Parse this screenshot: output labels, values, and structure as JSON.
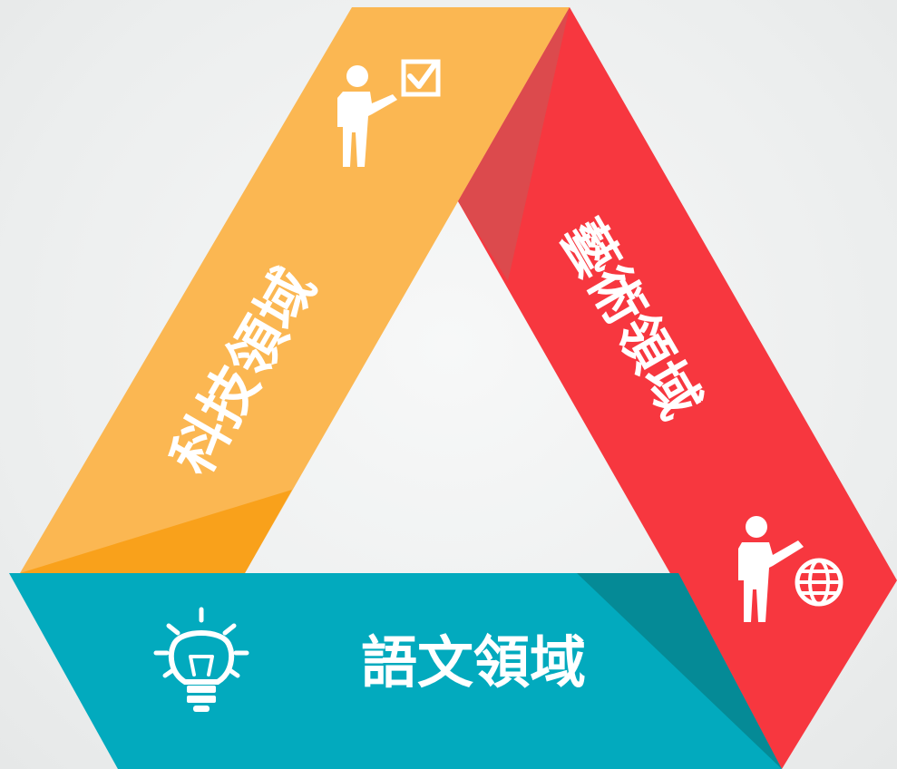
{
  "diagram": {
    "sections": [
      {
        "key": "tech",
        "label": "科技領域",
        "icon": "presenter-checkbox-icon",
        "color": "#fbb752"
      },
      {
        "key": "arts",
        "label": "藝術領域",
        "icon": "presenter-globe-icon",
        "color": "#f7373f"
      },
      {
        "key": "language",
        "label": "語文領域",
        "icon": "lightbulb-icon",
        "color": "#02aabe"
      }
    ]
  }
}
